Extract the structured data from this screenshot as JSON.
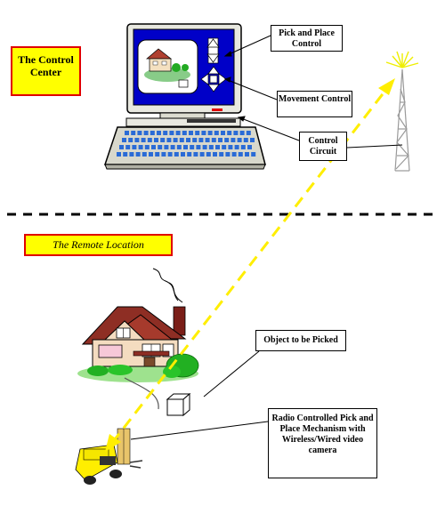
{
  "labels": {
    "control_center": "The Control Center",
    "remote_location": "The Remote Location",
    "pick_and_place_control": "Pick and Place Control",
    "movement_control": "Movement Control",
    "control_circuit": "Control Circuit",
    "object_to_be_picked": "Object to be Picked",
    "radio_controlled_mechanism": "Radio Controlled Pick and Place Mechanism with Wireless/Wired video camera"
  },
  "colors": {
    "highlight_yellow": "#ffff00",
    "border_red": "#e00000",
    "signal_yellow": "#ffff00",
    "screen_blue": "#0000c8",
    "tower_gray": "#9a9a9a"
  }
}
